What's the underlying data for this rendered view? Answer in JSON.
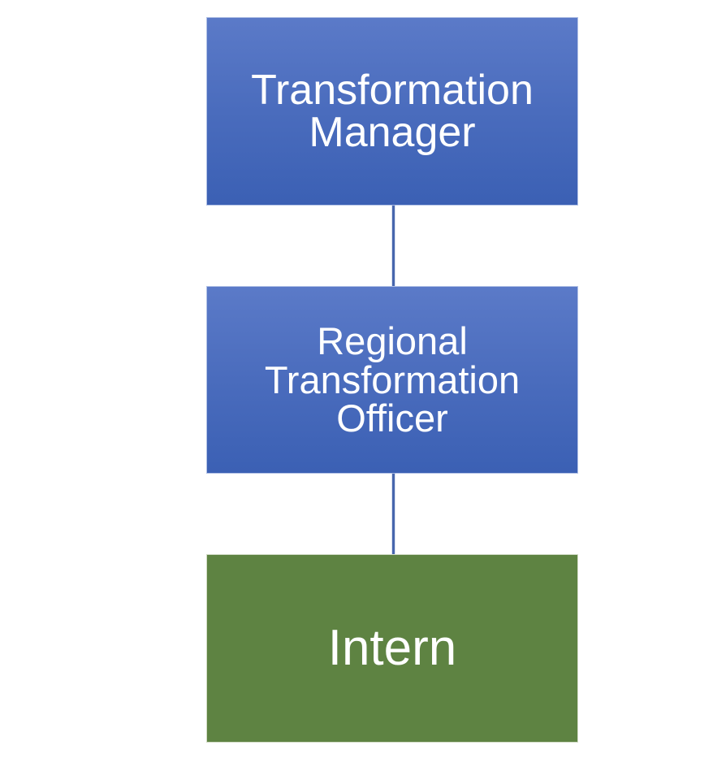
{
  "diagram": {
    "type": "org-chart",
    "background_color": "#ffffff",
    "text_color": "#ffffff",
    "connector_color": "#4766ad",
    "nodes": [
      {
        "label": "Transformation Manager",
        "level": 1,
        "shape": "rectangle",
        "fill_gradient_top": "#5b7ac8",
        "fill_gradient_bottom": "#3b60b4",
        "border_color": "#b3c2e6"
      },
      {
        "label": "Regional Transformation Officer",
        "level": 2,
        "shape": "rectangle",
        "fill_gradient_top": "#5b7ac8",
        "fill_gradient_bottom": "#3b60b4",
        "border_color": "#b3c2e6"
      },
      {
        "label": "Intern",
        "level": 3,
        "shape": "rectangle",
        "fill_color": "#5e8342",
        "border_color": "#d2dcc6"
      }
    ],
    "connectors": [
      {
        "from": "Transformation Manager",
        "to": "Regional Transformation Officer",
        "style": "straight-vertical"
      },
      {
        "from": "Regional Transformation Officer",
        "to": "Intern",
        "style": "straight-vertical"
      }
    ]
  }
}
